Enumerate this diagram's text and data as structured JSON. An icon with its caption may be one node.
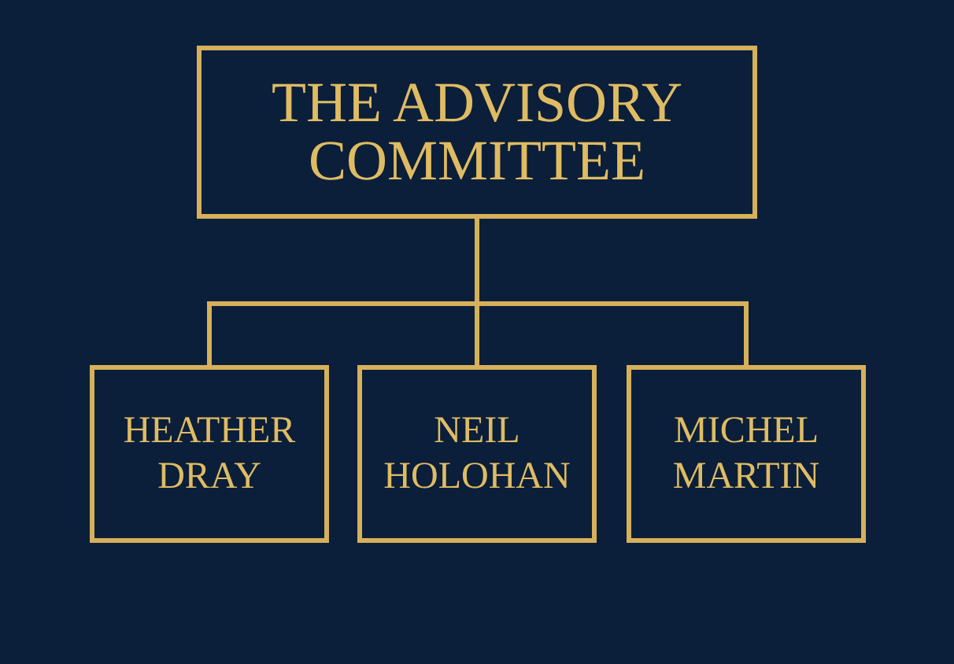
{
  "diagram": {
    "nodes": [
      {
        "text": [
          "THE ADVISORY COMMITTEE"
        ]
      },
      {
        "text": [
          "HEATHER DRAY"
        ]
      },
      {
        "text": [
          "NEIL HOLOHAN"
        ]
      },
      {
        "text": [
          "MICHEL MARTIN"
        ]
      }
    ],
    "edges": [
      {
        "from": 0,
        "to": 1,
        "arrow": "none"
      },
      {
        "from": 0,
        "to": 2,
        "arrow": "none"
      },
      {
        "from": 0,
        "to": 3,
        "arrow": "none"
      }
    ]
  }
}
